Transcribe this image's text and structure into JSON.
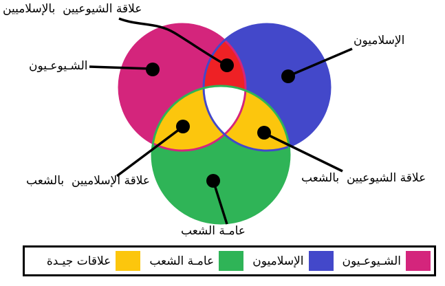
{
  "diagram": {
    "labels": {
      "top": "علاقة الشيوعيين  بالإسلاميين",
      "left": "الشـيوعـيون",
      "right": "الإسلاميون",
      "bottom_left": "علاقة الإسلاميين  بالشعب",
      "bottom_right": "علاقة الشيوعيين  بالشعب",
      "bottom": "عامـة الشعب"
    },
    "colors": {
      "communists": "#d4257c",
      "islamists": "#4348ca",
      "public": "#2fb457",
      "overlap_top": "#ee2125",
      "good_relations": "#fcc60d",
      "center": "#ffffff",
      "ink": "#000000"
    }
  },
  "legend": {
    "items": [
      {
        "label": "الشـيوعـيون",
        "color": "#d4257c"
      },
      {
        "label": "الإسلاميون",
        "color": "#4348ca"
      },
      {
        "label": "عامـة الشعب",
        "color": "#2fb457"
      },
      {
        "label": "علاقات جيـدة",
        "color": "#fcc60d"
      }
    ]
  }
}
